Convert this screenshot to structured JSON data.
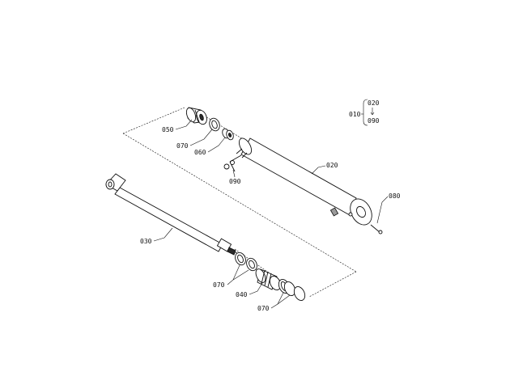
{
  "diagram": {
    "legend": {
      "assembly": "010",
      "range_start": "020",
      "range_end": "090"
    },
    "callouts": [
      {
        "id": "c050",
        "label": "050"
      },
      {
        "id": "c070a",
        "label": "070"
      },
      {
        "id": "c060",
        "label": "060"
      },
      {
        "id": "c090",
        "label": "090"
      },
      {
        "id": "c020",
        "label": "020"
      },
      {
        "id": "c080",
        "label": "080"
      },
      {
        "id": "c030",
        "label": "030"
      },
      {
        "id": "c070b",
        "label": "070"
      },
      {
        "id": "c040",
        "label": "040"
      },
      {
        "id": "c070c",
        "label": "070"
      }
    ]
  }
}
